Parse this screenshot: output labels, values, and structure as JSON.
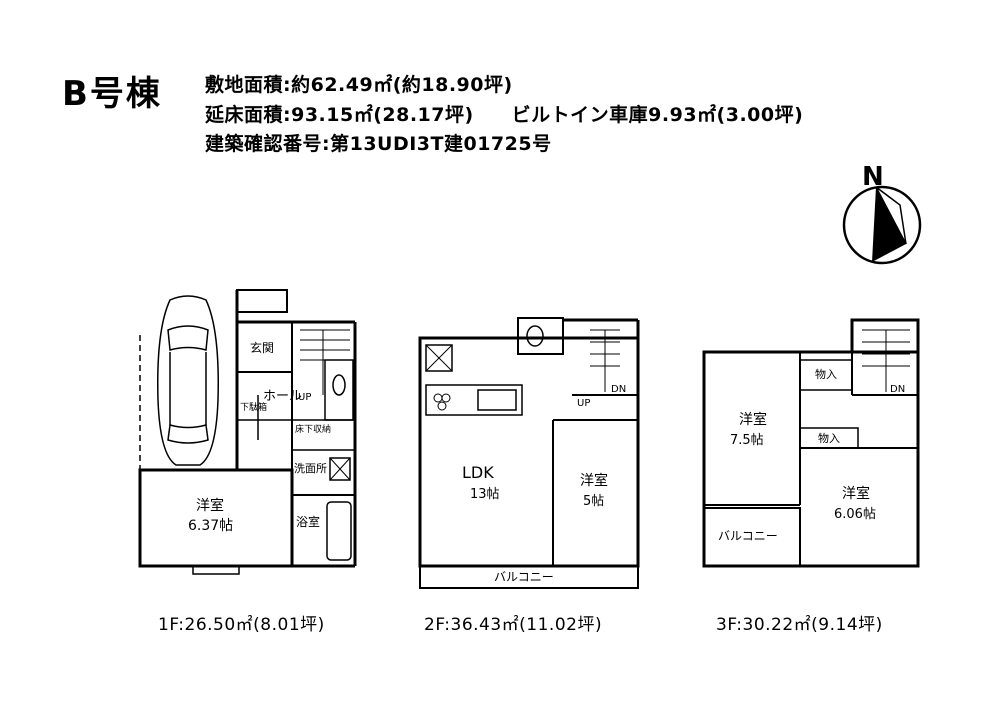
{
  "title": "B号棟",
  "info": {
    "site_area": "敷地面積:約62.49㎡(約18.90坪)",
    "floor_area": "延床面積:93.15㎡(28.17坪)",
    "garage": "ビルトイン車庫9.93㎡(3.00坪)",
    "permit": "建築確認番号:第13UDI3T建01725号"
  },
  "compass": {
    "label": "N"
  },
  "floors": [
    {
      "label": "1F:26.50㎡(8.01坪)",
      "rooms": {
        "genkan": "玄関",
        "hall": "ホール",
        "shelf": "下駄箱",
        "storage": "床下収納",
        "wash": "洗面所",
        "bath": "浴室",
        "western": "洋室",
        "western_size": "6.37帖",
        "up": "UP"
      }
    },
    {
      "label": "2F:36.43㎡(11.02坪)",
      "rooms": {
        "ldk": "LDK",
        "ldk_size": "13帖",
        "western": "洋室",
        "western_size": "5帖",
        "balcony": "バルコニー",
        "up": "UP",
        "dn": "DN"
      }
    },
    {
      "label": "3F:30.22㎡(9.14坪)",
      "rooms": {
        "western_a": "洋室",
        "western_a_size": "7.5帖",
        "western_b": "洋室",
        "western_b_size": "6.06帖",
        "closet_a": "物入",
        "closet_b": "物入",
        "balcony": "バルコニー",
        "dn": "DN"
      }
    }
  ]
}
